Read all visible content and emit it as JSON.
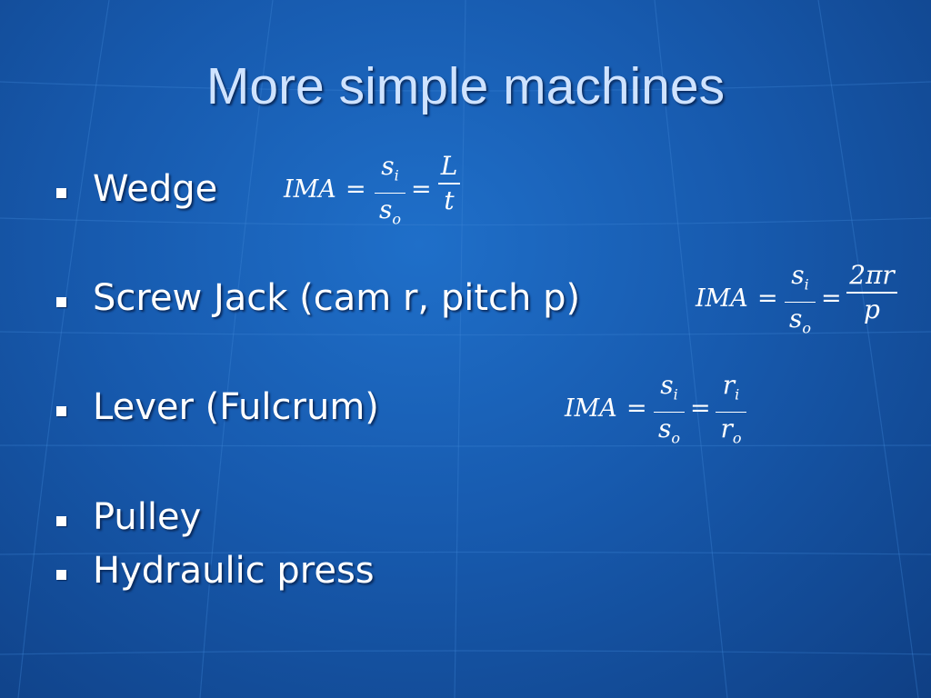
{
  "slide": {
    "title": "More simple machines",
    "bullets": [
      {
        "label": "Wedge"
      },
      {
        "label": "Screw Jack (cam r, pitch p)"
      },
      {
        "label": "Lever (Fulcrum)"
      },
      {
        "label": "Pulley"
      },
      {
        "label": "Hydraulic press"
      }
    ],
    "equations": {
      "wedge": {
        "lhs": "IMA",
        "eq": "=",
        "f1_num": "s",
        "f1_num_sub": "i",
        "f1_den": "s",
        "f1_den_sub": "o",
        "f2_num": "L",
        "f2_den": "t"
      },
      "screw": {
        "lhs": "IMA",
        "eq": "=",
        "f1_num": "s",
        "f1_num_sub": "i",
        "f1_den": "s",
        "f1_den_sub": "o",
        "f2_num": "2πr",
        "f2_den": "p"
      },
      "lever": {
        "lhs": "IMA",
        "eq": "=",
        "f1_num": "s",
        "f1_num_sub": "i",
        "f1_den": "s",
        "f1_den_sub": "o",
        "f2_num": "r",
        "f2_num_sub": "i",
        "f2_den": "r",
        "f2_den_sub": "o"
      }
    }
  },
  "theme": {
    "background": "#175aae",
    "title_color": "#cfe3ff",
    "text_color": "#ffffff"
  }
}
